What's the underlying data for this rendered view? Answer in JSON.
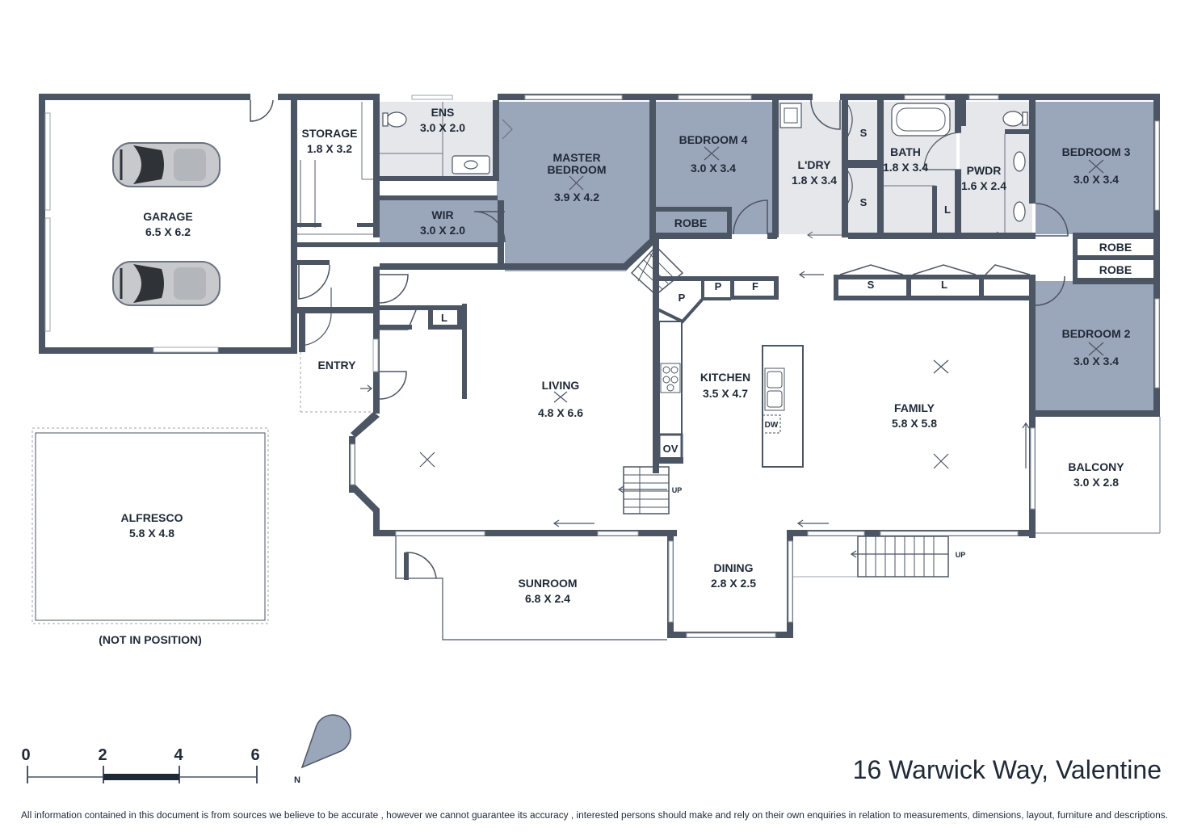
{
  "address": "16 Warwick Way, Valentine",
  "disclaimer": "All information contained in this document is from sources we believe to be accurate , however we cannot guarantee its accuracy , interested persons should make and rely on their own enquiries in relation to measurements, dimensions, layout, furniture and descriptions.",
  "rooms": {
    "garage": {
      "name": "GARAGE",
      "dims": "6.5 X 6.2"
    },
    "storage": {
      "name": "STORAGE",
      "dims": "1.8 X 3.2"
    },
    "ens": {
      "name": "ENS",
      "dims": "3.0 X 2.0"
    },
    "wir": {
      "name": "WIR",
      "dims": "3.0 X 2.0"
    },
    "master": {
      "name1": "MASTER",
      "name2": "BEDROOM",
      "dims": "3.9 X 4.2"
    },
    "bed4": {
      "name": "BEDROOM 4",
      "dims": "3.0 X 3.4"
    },
    "ldry": {
      "name": "L'DRY",
      "dims": "1.8 X 3.4"
    },
    "bath": {
      "name": "BATH",
      "dims": "1.8 X 3.4"
    },
    "pwdr": {
      "name": "PWDR",
      "dims": "1.6 X 2.4"
    },
    "bed3": {
      "name": "BEDROOM 3",
      "dims": "3.0 X 3.4"
    },
    "bed2": {
      "name": "BEDROOM 2",
      "dims": "3.0 X 3.4"
    },
    "entry": {
      "name": "ENTRY"
    },
    "living": {
      "name": "LIVING",
      "dims": "4.8 X 6.6"
    },
    "kitchen": {
      "name": "KITCHEN",
      "dims": "3.5 X 4.7"
    },
    "family": {
      "name": "FAMILY",
      "dims": "5.8 X 5.8"
    },
    "balcony": {
      "name": "BALCONY",
      "dims": "3.0 X 2.8"
    },
    "alfresco": {
      "name": "ALFRESCO",
      "dims": "5.8 X 4.8",
      "note": "(NOT IN POSITION)"
    },
    "sunroom": {
      "name": "SUNROOM",
      "dims": "6.8 X 2.4"
    },
    "dining": {
      "name": "DINING",
      "dims": "2.8 X 2.5"
    }
  },
  "small_labels": {
    "robe": "ROBE",
    "s": "S",
    "l": "L",
    "p": "P",
    "f": "F",
    "ov": "OV",
    "dw": "DW",
    "up": "UP"
  },
  "compass": {
    "north": "N"
  },
  "scale": {
    "ticks": [
      "0",
      "2",
      "4",
      "6"
    ]
  },
  "colors": {
    "bedroom_fill": "#9aa7bb",
    "wet_fill": "#e5e7eb",
    "wall": "#4b5563"
  }
}
